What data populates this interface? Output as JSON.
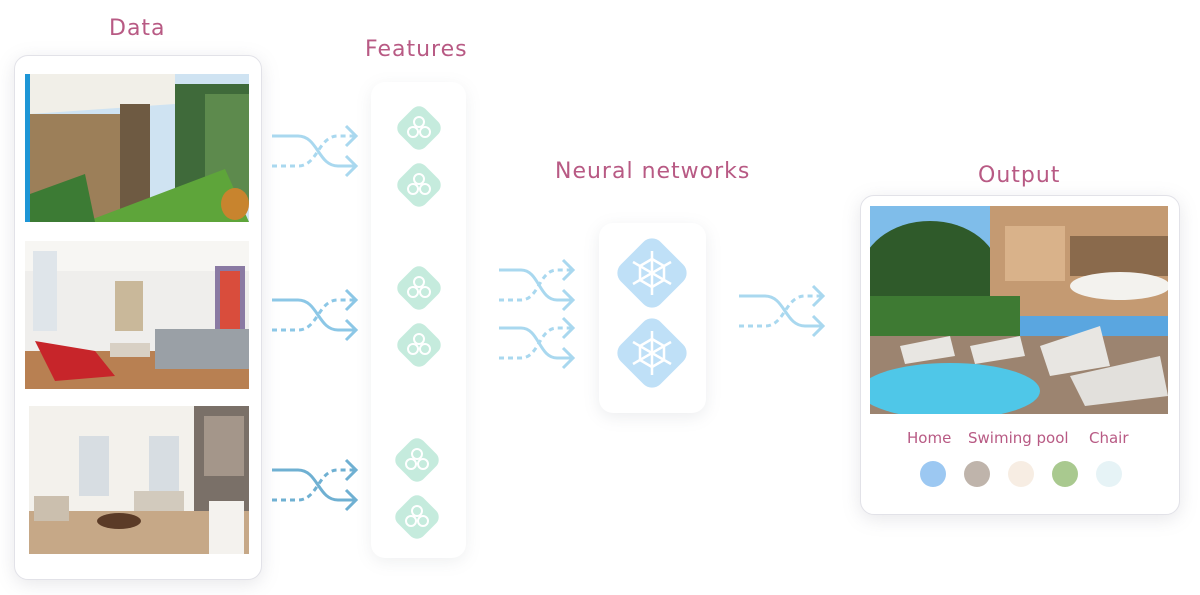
{
  "titles": {
    "data": "Data",
    "features": "Features",
    "neural_networks": "Neural networks",
    "output": "Output"
  },
  "output_labels": [
    "Home",
    "Swiming pool",
    "Chair"
  ],
  "swatches": [
    "#9cc8f2",
    "#bfb4ab",
    "#f7ede3",
    "#a9c98f",
    "#e6f3f6"
  ],
  "colors": {
    "title": "#b85a84",
    "arrow_light": "#a9d8ef",
    "arrow_mid": "#8cc7e6",
    "arrow_dark": "#6fb0d2",
    "feature_chip": "#c5ebdd",
    "nn_chip": "#bfe0f7"
  },
  "icons": {
    "feature": "hexagon-cluster-icon",
    "neural": "snowflake-hexagon-icon",
    "arrow": "split-arrow-icon"
  }
}
